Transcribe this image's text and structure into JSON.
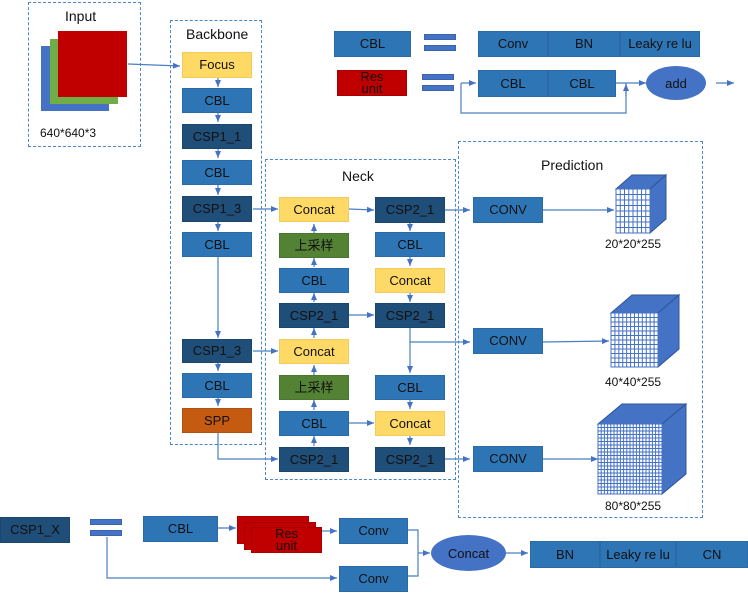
{
  "input": {
    "title": "Input",
    "size_label": "640*640*3",
    "layer_colors": [
      "#4472c4",
      "#70ad47",
      "#c00000"
    ]
  },
  "backbone": {
    "title": "Backbone",
    "blocks": [
      "Focus",
      "CBL",
      "CSP1_1",
      "CBL",
      "CSP1_3",
      "CBL",
      "CSP1_3",
      "CBL",
      "SPP"
    ]
  },
  "neck": {
    "title": "Neck",
    "left_column": [
      "Concat",
      "上采样",
      "CBL",
      "CSP2_1",
      "Concat",
      "上采样",
      "CBL",
      "CSP2_1"
    ],
    "right_column": [
      "CSP2_1",
      "CBL",
      "Concat",
      "CSP2_1",
      "CBL",
      "Concat",
      "CSP2_1"
    ]
  },
  "prediction": {
    "title": "Prediction",
    "heads": [
      {
        "conv": "CONV",
        "output": "20*20*255"
      },
      {
        "conv": "CONV",
        "output": "40*40*255"
      },
      {
        "conv": "CONV",
        "output": "80*80*255"
      }
    ]
  },
  "legend": {
    "cbl": {
      "name": "CBL",
      "parts": [
        "Conv",
        "BN",
        "Leaky re lu"
      ]
    },
    "res_unit": {
      "name_line1": "Res",
      "name_line2": "unit",
      "parts": [
        "CBL",
        "CBL"
      ],
      "merge": "add"
    },
    "csp1_x": {
      "name": "CSP1_X",
      "top_branch": [
        "CBL",
        "Conv"
      ],
      "res_line1": "Res",
      "res_line2": "unit",
      "bottom_branch": [
        "Conv"
      ],
      "merge": "Concat",
      "tail": [
        "BN",
        "Leaky re lu",
        "CN"
      ]
    }
  },
  "colors": {
    "cbl": "#2e75b6",
    "csp": "#1f4e79",
    "concat": "#ffd966",
    "upsample": "#548235",
    "spp": "#c55a11",
    "res_unit": "#c00000",
    "connector": "#4472c4"
  }
}
